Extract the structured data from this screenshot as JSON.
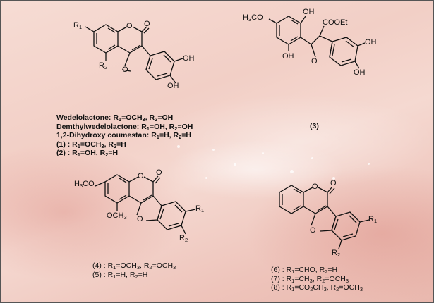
{
  "s1": {
    "groups": {
      "r1": "R1",
      "r2": "R2",
      "o_ring": "O",
      "o_carbonyl": "O",
      "o_furan": "O",
      "oh_top": "OH",
      "oh_bottom": "OH"
    },
    "legend": [
      {
        "text": "Wedelolactone: R1=OCH3, R2=OH"
      },
      {
        "text": "Demthylwedelolactone: R1=OH, R2=OH"
      },
      {
        "text": "1,2-Dihydroxy coumestan: R1=H, R2=H"
      },
      {
        "text": "(1) : R1=OCH3, R2=H"
      },
      {
        "text": "(2) : R1=OH, R2=H"
      }
    ]
  },
  "s3": {
    "groups": {
      "och3": "H3CO",
      "oh_top": "OH",
      "cooet": "COOEt",
      "oh_left": "OH",
      "o_furan": "O",
      "oh_right": "OH",
      "oh_bottom": "OH"
    },
    "label": "(3)"
  },
  "s4": {
    "groups": {
      "h3co": "H3CO",
      "och3": "OCH3",
      "o_ring": "O",
      "o_carbonyl": "O",
      "o_furan": "O",
      "r1": "R1",
      "r2": "R2"
    },
    "legend": [
      {
        "text": "(4) : R1=OCH3, R2=OCH3"
      },
      {
        "text": "(5) : R1=H, R2=H"
      }
    ]
  },
  "s6": {
    "groups": {
      "o_ring": "O",
      "o_carbonyl": "O",
      "o_furan": "O",
      "r1": "R1",
      "r2": "R2"
    },
    "legend": [
      {
        "text": "(6) : R1=CHO, R2=H"
      },
      {
        "text": "(7) : R1=CH3, R2=OCH3"
      },
      {
        "text": "(8) : R1=CO2CH3, R2=OCH3"
      }
    ]
  },
  "colors": {
    "background": "#f2cfc6",
    "ink": "#111111"
  }
}
